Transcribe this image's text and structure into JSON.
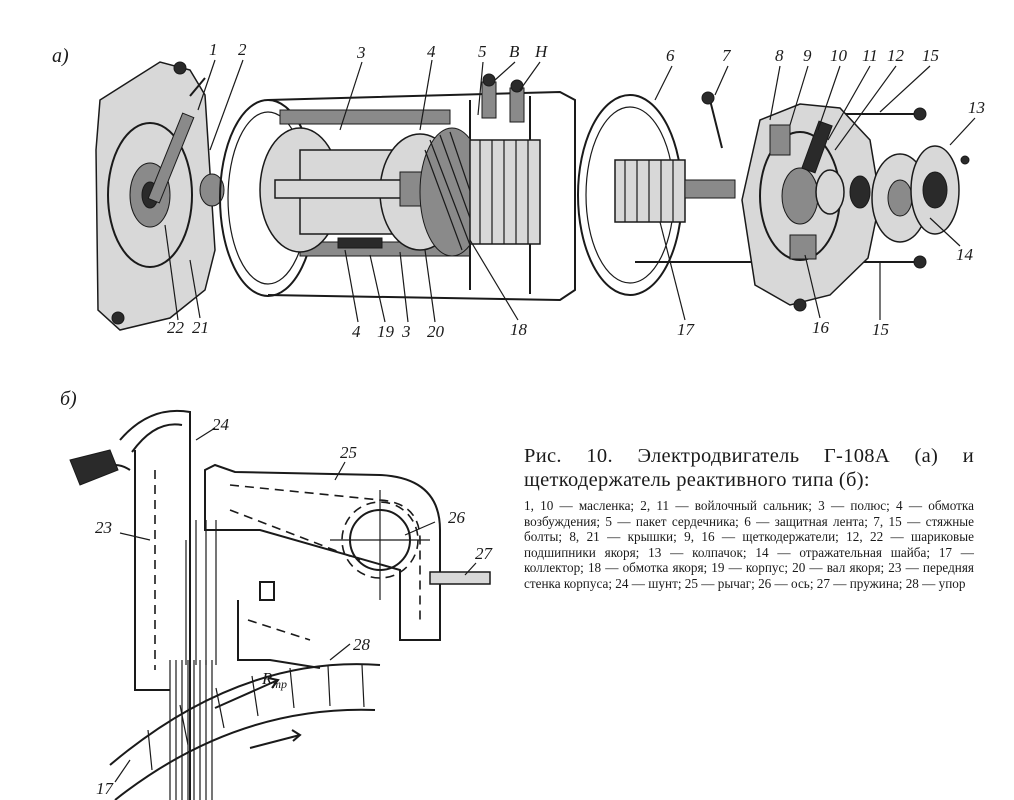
{
  "figure_a": {
    "panel_label": "а)",
    "callouts": {
      "n1": "1",
      "n2": "2",
      "n3_top": "3",
      "n4_top": "4",
      "n5": "5",
      "nB": "В",
      "nH": "Н",
      "n6": "6",
      "n7": "7",
      "n8": "8",
      "n9": "9",
      "n10": "10",
      "n11": "11",
      "n12": "12",
      "n15_top": "15",
      "n13": "13",
      "n14": "14",
      "n15_bot": "15",
      "n16": "16",
      "n17": "17",
      "n18": "18",
      "n20": "20",
      "n3_bot": "3",
      "n19": "19",
      "n4_bot": "4",
      "n21": "21",
      "n22": "22"
    }
  },
  "figure_b": {
    "panel_label": "б)",
    "callouts": {
      "n24": "24",
      "n25": "25",
      "n26": "26",
      "n27": "27",
      "n23": "23",
      "n28": "28",
      "n17": "17"
    },
    "r_label": "R",
    "r_sub": "тр"
  },
  "caption": {
    "title": "Рис. 10. Электродвигатель Г-108А (а) и щеткодержатель реактивного типа (б):",
    "legend": "1, 10 — масленка; 2, 11 — войлочный сальник; 3 — полюс; 4 — обмотка возбуждения; 5 — пакет сердечника; 6 — защитная лента; 7, 15 — стяжные болты; 8, 21 — крышки; 9, 16 — щеткодержатели; 12, 22 — шариковые подшипники якоря; 13 — колпачок; 14 — отражательная шайба; 17 — коллектор; 18 — обмотка якоря; 19 — корпус; 20 — вал якоря; 23 — передняя стенка корпуса; 24 — шунт; 25 — рычаг; 26 — ось; 27 — пружина; 28 — упор"
  }
}
